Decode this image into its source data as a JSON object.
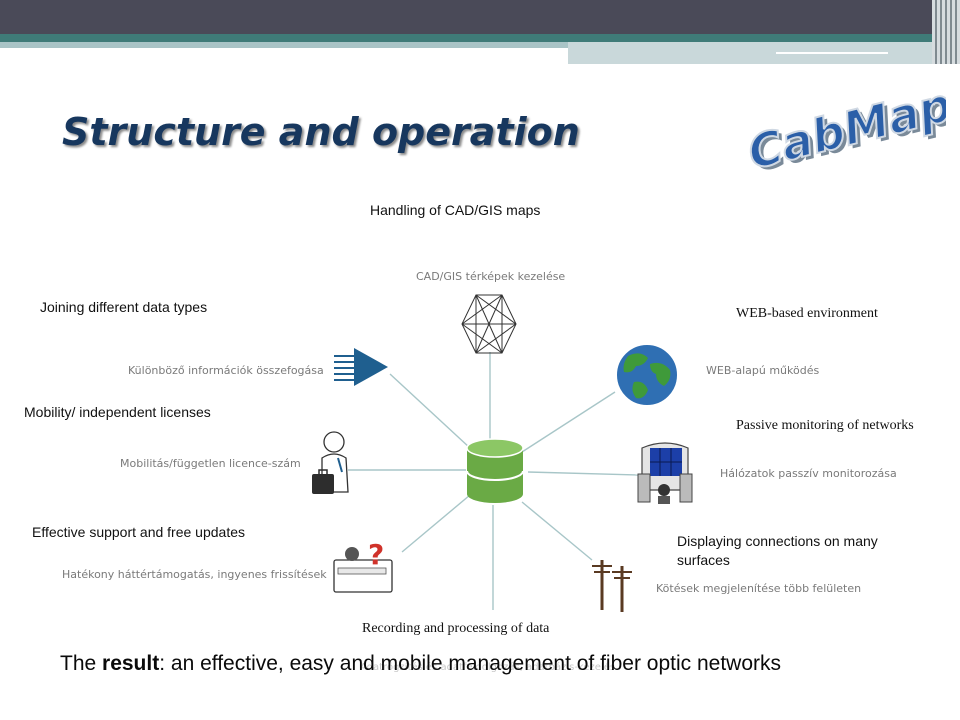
{
  "slide": {
    "title": "Structure and operation",
    "logo_text": "CabMap"
  },
  "diagram": {
    "top": {
      "en": "Handling of CAD/GIS maps",
      "hu": "CAD/GIS térképek kezelése"
    },
    "left1": {
      "en": "Joining different data types",
      "hu": "Különböző információk összefogása"
    },
    "left2": {
      "en": "Mobility/ independent licenses",
      "hu": "Mobilitás/független licence-szám"
    },
    "left3": {
      "en": "Effective support and free updates",
      "hu": "Hatékony háttértámogatás, ingyenes frissítések"
    },
    "right1": {
      "en": "WEB-based environment",
      "hu": "WEB-alapú működés"
    },
    "right2": {
      "en": "Passive monitoring of networks",
      "hu": "Hálózatok passzív monitorozása"
    },
    "right3": {
      "en": "Displaying connections on many surfaces",
      "hu": "Kötések megjelenítése több felületen"
    },
    "bottom": {
      "en": "Recording and processing of data",
      "hu": "Adatrögzítés és adatfeldolgozás, adatbázis-kezelés"
    }
  },
  "conclusion": {
    "prefix": "The ",
    "bold": "result",
    "suffix": ": an effective, easy and mobile management of fiber optic networks"
  },
  "colors": {
    "title": "#17375e",
    "db_green": "#6aaa45",
    "connector": "#a8c6c8",
    "arrow_blue": "#1f5f8f"
  }
}
